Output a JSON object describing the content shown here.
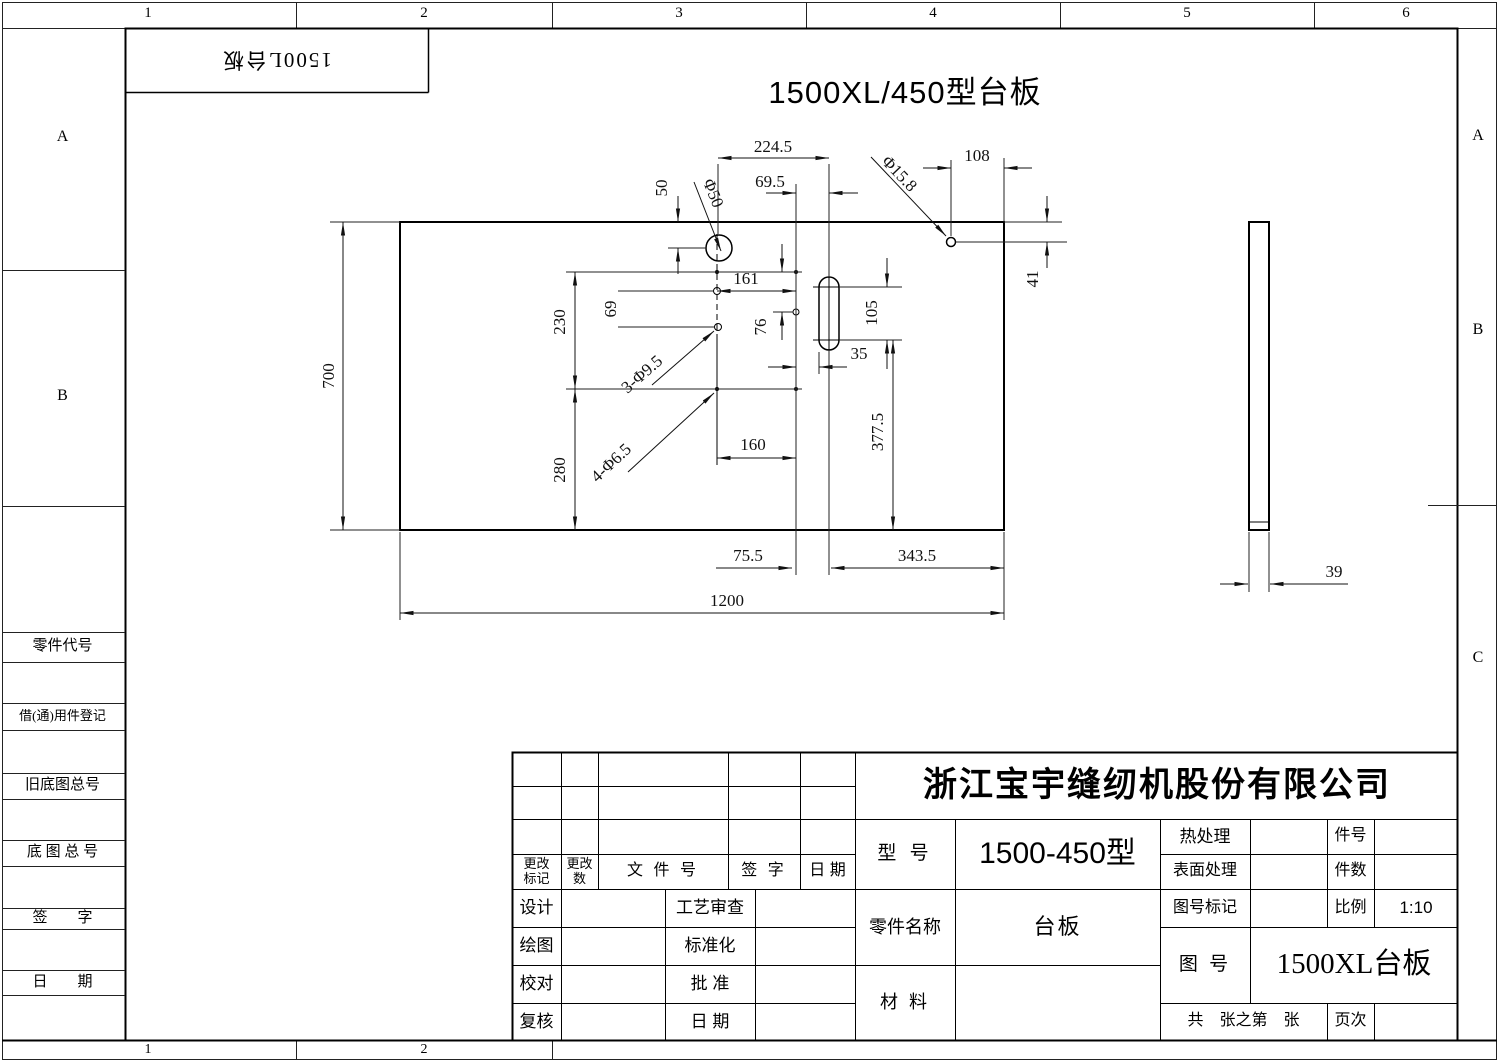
{
  "sheet": {
    "main_title": "1500XL/450型台板",
    "corner_stamp": "1500L台板",
    "zones": {
      "top": [
        "1",
        "2",
        "3",
        "4",
        "5",
        "6"
      ],
      "bottom": [
        "1",
        "2"
      ],
      "left": [
        "A",
        "B"
      ],
      "right": [
        "A",
        "B",
        "C"
      ]
    },
    "sidebar": {
      "labels": [
        "零件代号",
        "借(通)用件登记",
        "旧底图总号",
        "底 图 总 号",
        "签　　字",
        "日　　期"
      ]
    }
  },
  "dims": {
    "d224_5": "224.5",
    "d69_5": "69.5",
    "d108": "108",
    "d50": "50",
    "d41": "41",
    "d161": "161",
    "d76": "76",
    "d105": "105",
    "d69": "69",
    "d230": "230",
    "d35": "35",
    "d377_5": "377.5",
    "d160": "160",
    "d280": "280",
    "d700": "700",
    "d75_5": "75.5",
    "d343_5": "343.5",
    "d1200": "1200",
    "d39": "39"
  },
  "leaders": {
    "hole50": "Φ50",
    "hole15_8": "Φ15.8",
    "holes9_5": "3-Φ9.5",
    "holes6_5": "4-Φ6.5"
  },
  "titleblock": {
    "company": "浙江宝宇缝纫机股份有限公司",
    "rev_mark": "更改\n标记",
    "rev_count": "更改\n数",
    "file_no": "文 件 号",
    "sign": "签 字",
    "date": "日 期",
    "design": "设计",
    "draw": "绘图",
    "check": "校对",
    "recheck": "复核",
    "process_review": "工艺审查",
    "standardize": "标准化",
    "approve": "批  准",
    "date2": "日  期",
    "model_label": "型 号",
    "model_value": "1500-450型",
    "part_label": "零件名称",
    "part_value": "台板",
    "material_label": "材 料",
    "heat_label": "热处理",
    "surface_label": "表面处理",
    "mark_label": "图号标记",
    "item_no_label": "件号",
    "item_qty_label": "件数",
    "scale_label": "比例",
    "scale_value": "1:10",
    "drawno_label": "图 号",
    "drawno_value": "1500XL台板",
    "sheet_count": "共　张之第　张",
    "page_label": "页次"
  }
}
